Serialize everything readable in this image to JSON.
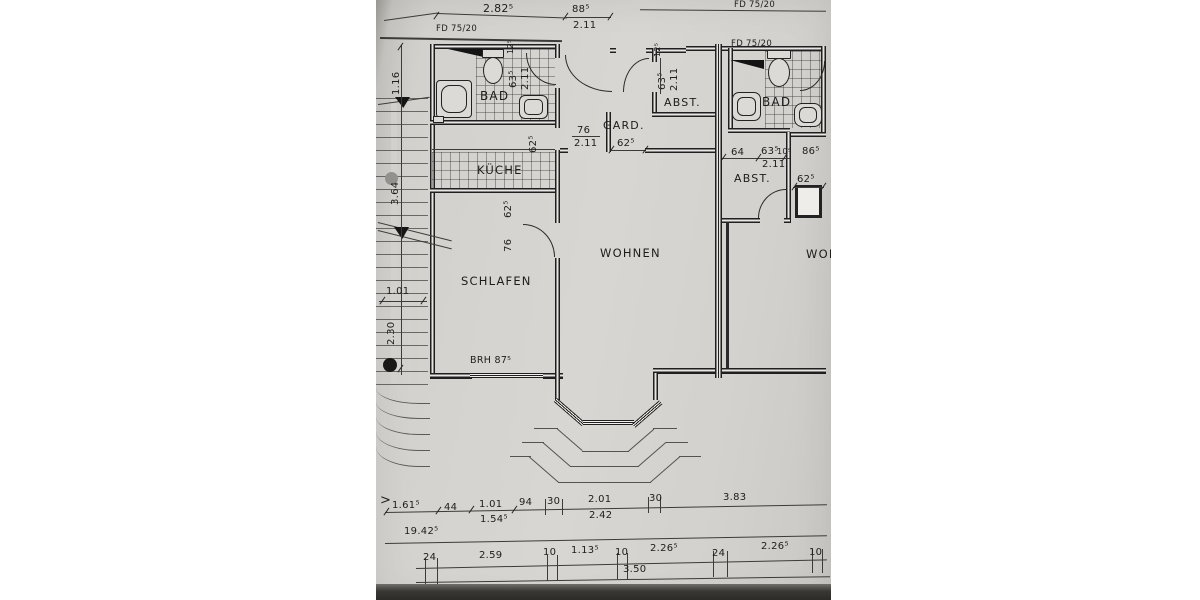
{
  "photo": {
    "paper_color": "#d5d3cf",
    "background_color": "#ffffff",
    "desk_strip_color": "#3a3834",
    "line_color": "#1f1f1f"
  },
  "top": {
    "fd_left": "FD 75/20",
    "fd_right_outer": "FD 75/20",
    "fd_right_inner": "FD 75/20",
    "dim_total": "2.82⁵",
    "dim_88": "88⁵",
    "dim_211": "2.11"
  },
  "left_dims": {
    "d116": "1.16",
    "d364": "3.64",
    "d101": "1.01",
    "d230": "2.30"
  },
  "rooms": {
    "bad_left": "BAD",
    "kueche": "KÜCHE",
    "schlafen": "SCHLAFEN",
    "wohnen": "WOHNEN",
    "gard": "GARD.",
    "abst_left": "ABST.",
    "bad_right": "BAD",
    "abst_right": "ABST.",
    "wohnen_right": "WOHNEN"
  },
  "left_apt": {
    "bad_63": "63⁵",
    "bad_211": "2.11",
    "bad_125": "12⁵",
    "kueche_62": "62⁵",
    "schlafen_62": "62⁵",
    "schlafen_76": "76",
    "gard_76": "76",
    "gard_211": "2.11",
    "gard_62": "62⁵",
    "abst_63": "63⁵",
    "abst_211": "2.11",
    "abst_125": "12⁵"
  },
  "right_apt": {
    "c64": "64",
    "c63": "63⁵",
    "c105": "10⁵",
    "c86": "86⁵",
    "c211": "2.11",
    "c62": "62⁵"
  },
  "window": {
    "brh": "BRH 87⁵"
  },
  "bottom": {
    "angle_mark": ">",
    "overall": "19.42⁵",
    "row1": [
      "1.61⁵",
      "44",
      "1.01",
      "94",
      "30",
      "2.01",
      "30",
      "3.83"
    ],
    "row1_sub": [
      "1.54⁵",
      "2.42"
    ],
    "row2": [
      "24",
      "2.59",
      "10",
      "1.13⁵",
      "10",
      "2.26⁵",
      "24",
      "2.26⁵",
      "10"
    ],
    "row2_sub": "3.50"
  }
}
